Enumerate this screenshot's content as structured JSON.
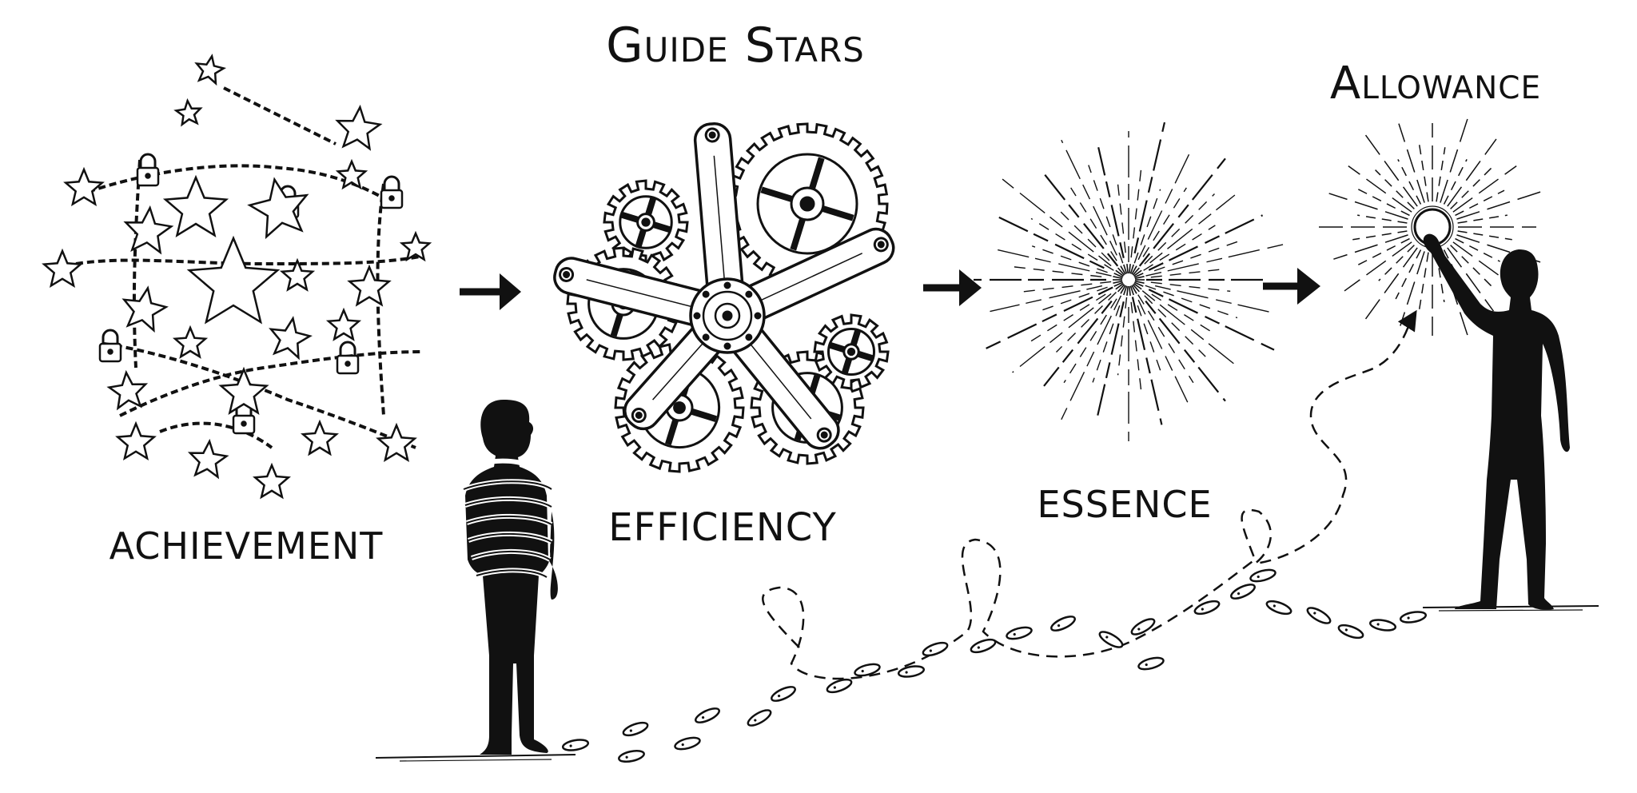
{
  "diagram": {
    "title": "Guide Stars",
    "stages": [
      {
        "label": "ACHIEVEMENT",
        "icon": "chained-stars-icon"
      },
      {
        "label": "EFFICIENCY",
        "icon": "gears-star-icon"
      },
      {
        "label": "ESSENCE",
        "icon": "starburst-icon"
      },
      {
        "label": "Allowance",
        "icon": "light-orb-icon"
      }
    ],
    "figures": [
      {
        "name": "rope-bound-person",
        "icon": "bound-person-icon"
      },
      {
        "name": "reaching-person",
        "icon": "reaching-person-icon"
      }
    ],
    "colors": {
      "ink": "#111111",
      "background": "#ffffff"
    }
  }
}
